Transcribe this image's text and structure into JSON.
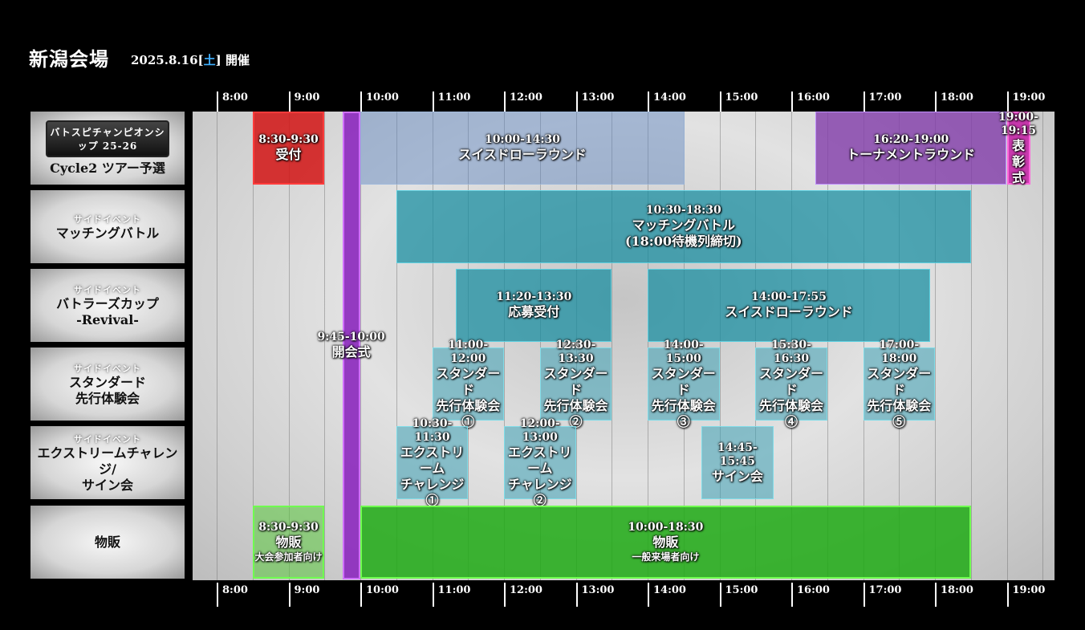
{
  "header": {
    "venue": "新潟会場",
    "date": "2025.8.16[",
    "weekday": "土",
    "date_close": "]",
    "suffix": "開催"
  },
  "ticks": [
    "8:00",
    "9:00",
    "10:00",
    "11:00",
    "12:00",
    "13:00",
    "14:00",
    "15:00",
    "16:00",
    "17:00",
    "18:00",
    "19:00"
  ],
  "rows": [
    {
      "logo": "バトスピチャンピオンシップ 25-26",
      "sub": "",
      "main": [
        "Cycle2 ツアー予選"
      ]
    },
    {
      "logo": "",
      "sub": "サイドイベント",
      "main": [
        "マッチングバトル"
      ]
    },
    {
      "logo": "",
      "sub": "サイドイベント",
      "main": [
        "バトラーズカップ",
        "-Revival-"
      ]
    },
    {
      "logo": "",
      "sub": "サイドイベント",
      "main": [
        "スタンダード",
        "先行体験会"
      ]
    },
    {
      "logo": "",
      "sub": "サイドイベント",
      "main": [
        "エクストリームチャレンジ/",
        "サイン会"
      ]
    },
    {
      "logo": "",
      "sub": "",
      "main": [
        "物販"
      ]
    }
  ],
  "events": [
    {
      "time": "8:30-9:30",
      "name": "受付",
      "note": "",
      "color": "red"
    },
    {
      "time": "10:00-14:30",
      "name": "スイスドローラウンド",
      "note": "",
      "color": "blue"
    },
    {
      "time": "16:20-19:00",
      "name": "トーナメントラウンド",
      "note": "",
      "color": "purple"
    },
    {
      "time": "19:00-19:15",
      "name": "表彰式",
      "note": "",
      "color": "magenta"
    },
    {
      "time": "9:45-10:00",
      "name": "開会式",
      "note": "",
      "color": "vbar"
    },
    {
      "time": "10:30-18:30",
      "name": "マッチングバトル",
      "note": "(18:00待機列締切)",
      "color": "teal"
    },
    {
      "time": "11:20-13:30",
      "name": "応募受付",
      "note": "",
      "color": "teal"
    },
    {
      "time": "14:00-17:55",
      "name": "スイスドローラウンド",
      "note": "",
      "color": "teal"
    },
    {
      "time": "11:00-12:00",
      "name": "スタンダード",
      "note": "先行体験会①",
      "color": "tealL"
    },
    {
      "time": "12:30-13:30",
      "name": "スタンダード",
      "note": "先行体験会②",
      "color": "tealL"
    },
    {
      "time": "14:00-15:00",
      "name": "スタンダード",
      "note": "先行体験会③",
      "color": "tealL"
    },
    {
      "time": "15:30-16:30",
      "name": "スタンダード",
      "note": "先行体験会④",
      "color": "tealL"
    },
    {
      "time": "17:00-18:00",
      "name": "スタンダード",
      "note": "先行体験会⑤",
      "color": "tealL"
    },
    {
      "time": "10:30-11:30",
      "name": "エクストリーム",
      "note": "チャレンジ①",
      "color": "tealL"
    },
    {
      "time": "12:00-13:00",
      "name": "エクストリーム",
      "note": "チャレンジ②",
      "color": "tealL"
    },
    {
      "time": "14:45-15:45",
      "name": "サイン会",
      "note": "",
      "color": "tealL"
    },
    {
      "time": "8:30-9:30",
      "name": "物販",
      "note": "大会参加者向け",
      "color": "greenL"
    },
    {
      "time": "10:00-18:30",
      "name": "物販",
      "note": "一般来場者向け",
      "color": "green"
    }
  ]
}
